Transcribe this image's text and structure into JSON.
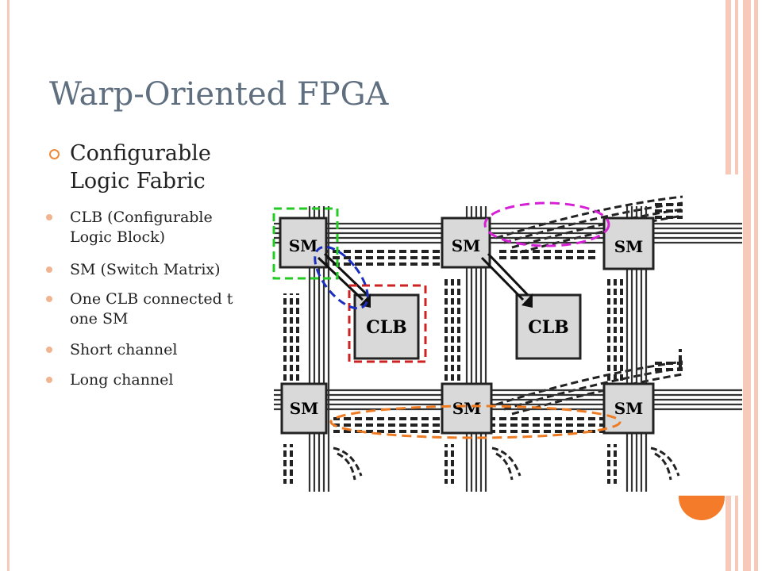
{
  "slide": {
    "title": "Warp-Oriented FPGA",
    "heading": "Configurable\nLogic Fabric",
    "bullets": [
      "CLB (Configurable\nLogic Block)",
      "SM (Switch Matrix)",
      "One CLB connected t\none SM",
      "Short channel",
      "Long channel"
    ]
  },
  "figure": {
    "sm_label": "SM",
    "clb_label": "CLB"
  },
  "colors": {
    "accent_orange": "#f47b2a",
    "border_peach": "#f6c9b9",
    "title_gray": "#5f6f80",
    "highlight_green": "#22cc22",
    "highlight_blue": "#1a2fbf",
    "highlight_red": "#cc2222",
    "highlight_magenta": "#d620d6",
    "highlight_orange": "#ee7a22"
  }
}
